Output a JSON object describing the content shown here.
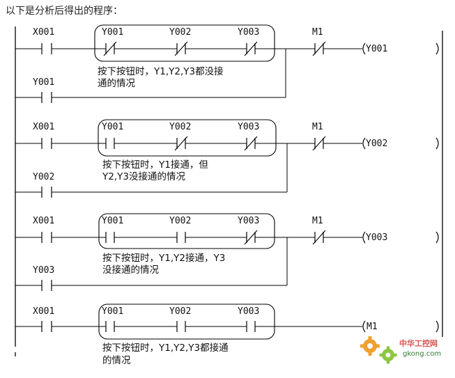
{
  "title": "以下是分析后得出的程序：",
  "rungs": [
    {
      "input": "X001",
      "chain": [
        "Y001",
        "Y002",
        "Y003"
      ],
      "interlock": "M1",
      "output": "Y001",
      "seal": "Y001",
      "note": [
        "按下按钮时，Y1,Y2,Y3都没接",
        "通的情况"
      ]
    },
    {
      "input": "X001",
      "chain": [
        "Y001",
        "Y002",
        "Y003"
      ],
      "interlock": "M1",
      "output": "Y002",
      "seal": "Y002",
      "note": [
        "按下按钮时，Y1接通，但",
        "Y2,Y3没接通的情况"
      ]
    },
    {
      "input": "X001",
      "chain": [
        "Y001",
        "Y002",
        "Y003"
      ],
      "interlock": "M1",
      "output": "Y003",
      "seal": "Y003",
      "note": [
        "按下按钮时，Y1,Y2接通，Y3",
        "没接通的情况"
      ]
    },
    {
      "input": "X001",
      "chain": [
        "Y001",
        "Y002",
        "Y003"
      ],
      "output": "M1",
      "note": [
        "按下按钮时，Y1,Y2,Y3都接通",
        "的情况"
      ]
    }
  ],
  "watermark": {
    "brand": "中华工控网",
    "domain": "gkong.com"
  }
}
